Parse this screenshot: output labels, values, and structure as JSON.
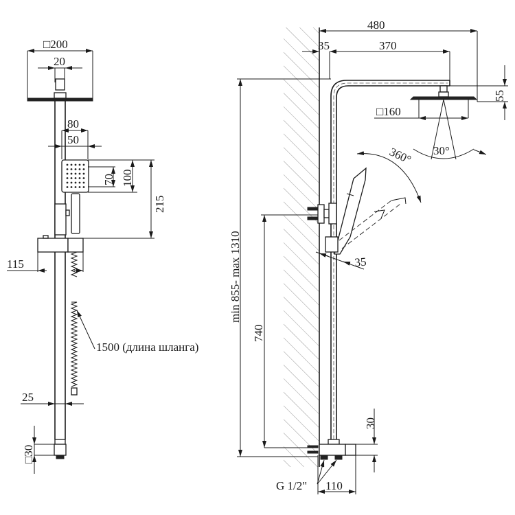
{
  "drawing": {
    "title": "Shower system dimensional drawing",
    "front_view": {
      "overhead_shower_size": "□200",
      "connector_width": "20",
      "handshower_width_outer": "80",
      "handshower_width_inner": "50",
      "handshower_spray_height": "70",
      "handshower_head_height": "100",
      "handshower_height_to_holder": "215",
      "holder_offset": "115",
      "hose_length_label": "1500 (длина шланга)",
      "pipe_diameter": "25",
      "mixer_size": "□30"
    },
    "side_view": {
      "total_projection": "480",
      "wall_offset": "35",
      "arm_length": "370",
      "head_drop": "55",
      "overhead_shower_size": "□160",
      "spray_angle": "30°",
      "rotation_angle": "360°",
      "holder_offset": "35",
      "height_range": "min 855- max 1310",
      "inlet_to_bracket": "740",
      "mixer_height": "30",
      "connection_thread": "G 1/2\"",
      "mixer_depth": "110"
    }
  }
}
